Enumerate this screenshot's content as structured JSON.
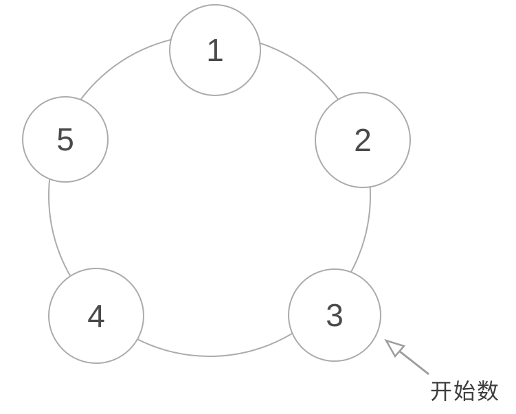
{
  "diagram": {
    "type": "circular-counting-diagram",
    "ring_node_count": 5,
    "nodes": [
      {
        "id": 1,
        "label": "1",
        "position": "top"
      },
      {
        "id": 2,
        "label": "2",
        "position": "upper-right"
      },
      {
        "id": 3,
        "label": "3",
        "position": "lower-right"
      },
      {
        "id": 4,
        "label": "4",
        "position": "lower-left"
      },
      {
        "id": 5,
        "label": "5",
        "position": "upper-left"
      }
    ],
    "annotation": {
      "label": "开始数",
      "points_to_node": "3"
    },
    "colors": {
      "stroke": "#ababab",
      "node_text": "#4a4a4a",
      "annotation_text": "#3d3d3d",
      "background": "#ffffff"
    }
  }
}
